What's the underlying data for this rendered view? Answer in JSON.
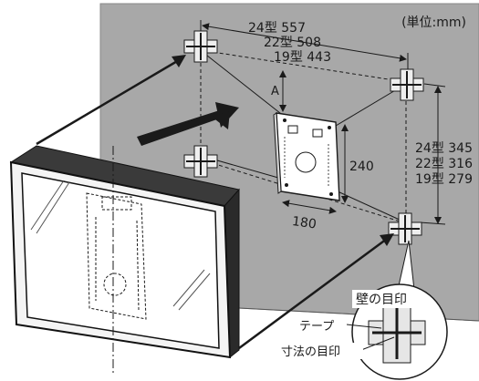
{
  "unit_label": "(単位:mm)",
  "horizontal_dims": [
    "24型 557",
    "22型 508",
    "19型 443"
  ],
  "vertical_dims": [
    "24型 345",
    "22型 316",
    "19型 279"
  ],
  "bracket_height": "240",
  "bracket_width": "180",
  "dim_a": "A",
  "callout_title": "壁の目印",
  "callout_tape": "テープ",
  "callout_mark": "寸法の目印",
  "colors": {
    "wall": "#a9a9a9",
    "ink": "#1a1a1a",
    "tape": "#e8e8e8",
    "screen": "#ffffff"
  }
}
